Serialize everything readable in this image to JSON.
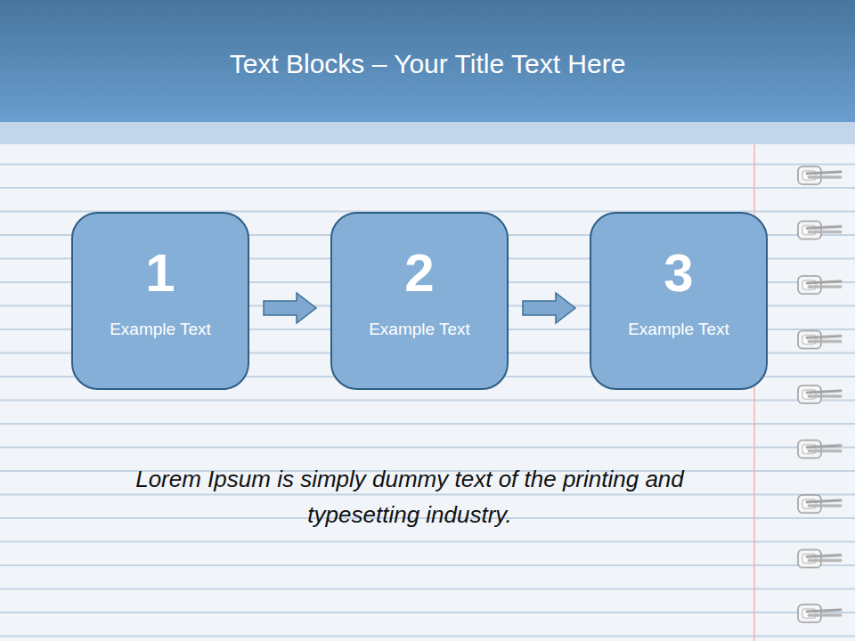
{
  "diagram": {
    "title": "Text Blocks – Your Title Text Here",
    "nodes": [
      {
        "text": [
          "1",
          "Example Text"
        ]
      },
      {
        "text": [
          "2",
          "Example Text"
        ]
      },
      {
        "text": [
          "3",
          "Example Text"
        ]
      }
    ],
    "edges": [
      {
        "from": 0,
        "to": 1,
        "arrow": "to"
      },
      {
        "from": 1,
        "to": 2,
        "arrow": "to"
      }
    ],
    "labels": [
      "Lorem Ipsum is simply dummy text of the printing and typesetting industry."
    ]
  }
}
